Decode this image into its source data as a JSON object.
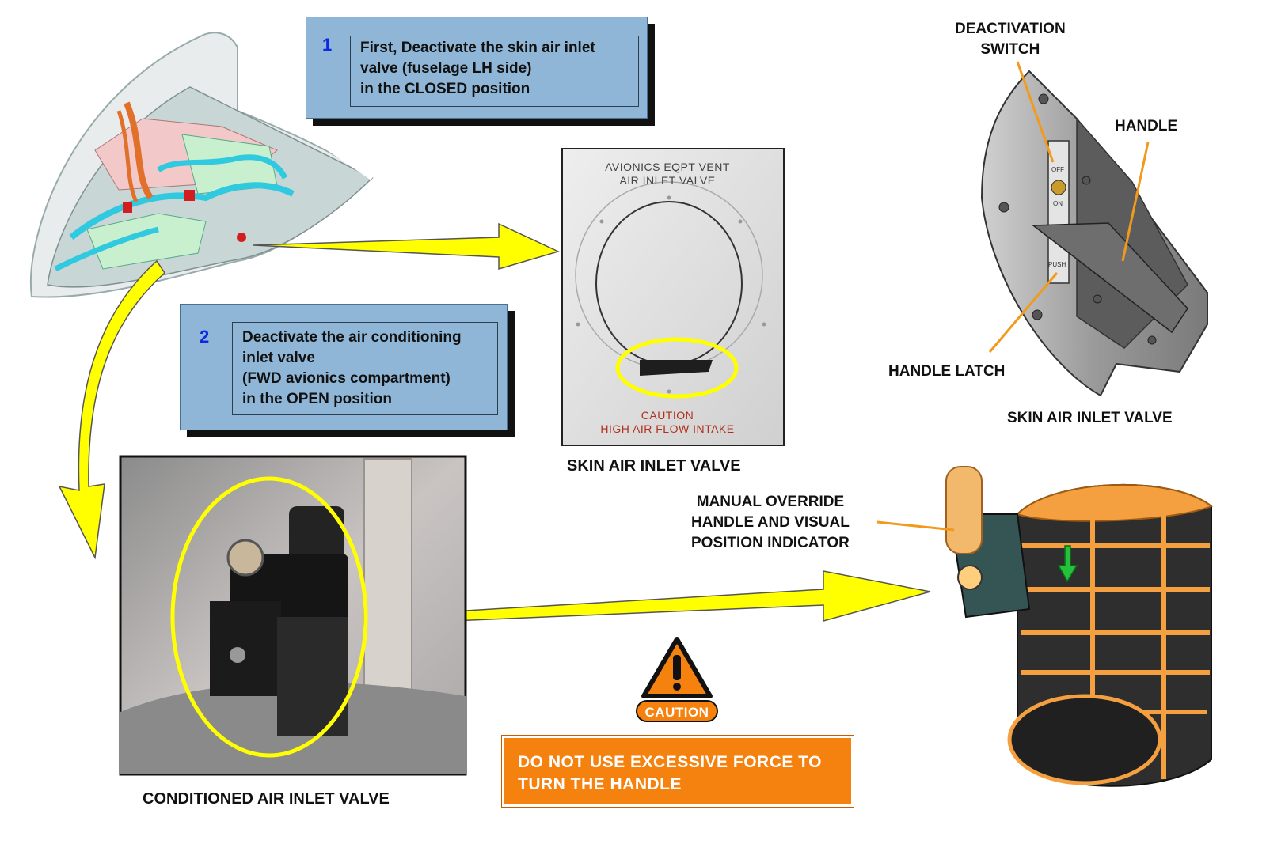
{
  "steps": [
    {
      "number": "1",
      "lines": [
        "First, Deactivate the skin air inlet",
        "valve (fuselage LH side)",
        "in the CLOSED position"
      ]
    },
    {
      "number": "2",
      "lines": [
        "Deactivate the air conditioning",
        "inlet valve",
        "(FWD avionics compartment)",
        "in the OPEN position"
      ]
    }
  ],
  "panel": {
    "header_lines": [
      "AVIONICS EQPT VENT",
      "AIR INLET VALVE"
    ],
    "caution_lines": [
      "CAUTION",
      "HIGH AIR FLOW INTAKE"
    ],
    "caption": "SKIN AIR INLET VALVE"
  },
  "photo": {
    "caption": "CONDITIONED AIR INLET VALVE"
  },
  "valve_detail": {
    "deactivation_switch": [
      "DEACTIVATION",
      "SWITCH"
    ],
    "handle": "HANDLE",
    "handle_latch": "HANDLE LATCH",
    "caption": "SKIN AIR INLET VALVE",
    "switch_off": "OFF",
    "switch_on": "ON",
    "push": "PUSH"
  },
  "override": {
    "lines": [
      "MANUAL OVERRIDE",
      "HANDLE AND VISUAL",
      "POSITION INDICATOR"
    ]
  },
  "caution": {
    "badge": "CAUTION",
    "message_lines": [
      "DO NOT USE EXCESSIVE FORCE TO",
      "TURN THE HANDLE"
    ]
  },
  "colors": {
    "step_box": "#8fb6d6",
    "step_number": "#1029e0",
    "highlight": "#ffff00",
    "caution_orange": "#f5820f",
    "leader_line": "#f29a1c"
  }
}
